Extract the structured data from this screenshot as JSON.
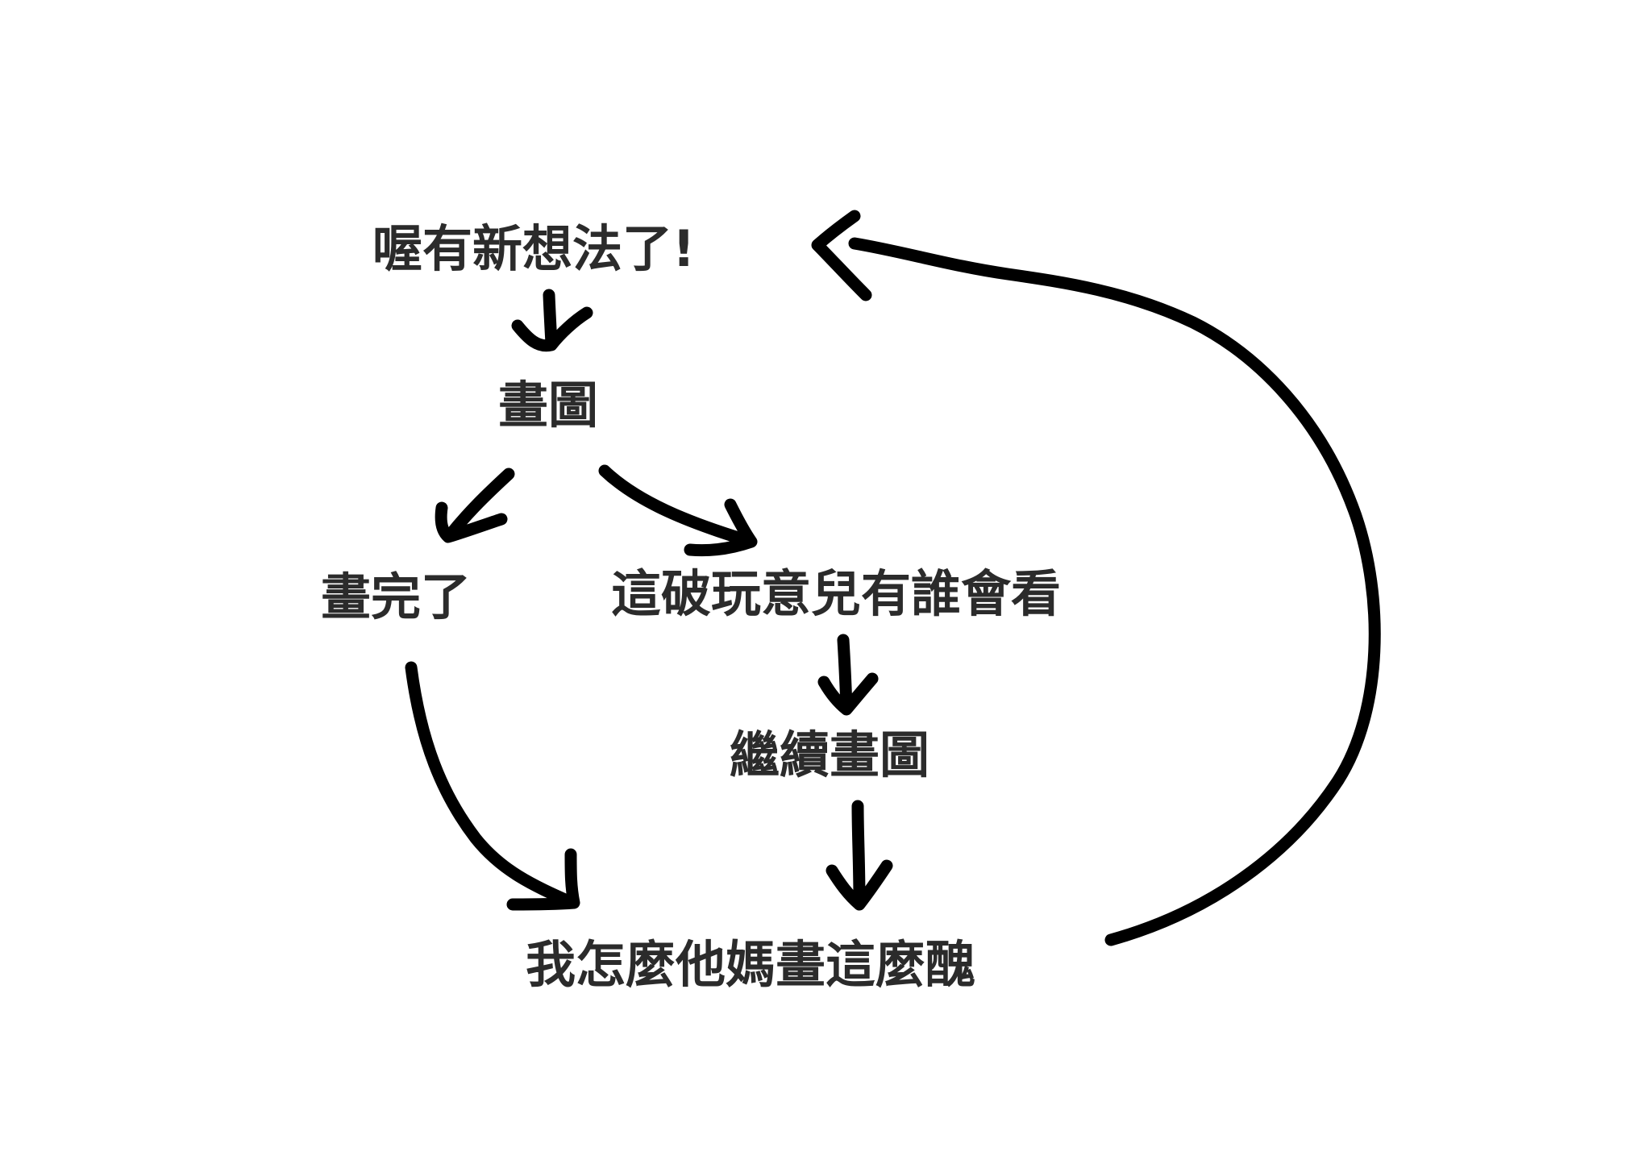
{
  "diagram": {
    "nodes": {
      "idea": "喔有新想法了!",
      "draw": "畫圖",
      "done": "畫完了",
      "doubt": "這破玩意兒有誰會看",
      "continue": "繼續畫圖",
      "ugly": "我怎麼他媽畫這麼醜"
    },
    "edges": [
      {
        "from": "idea",
        "to": "draw"
      },
      {
        "from": "draw",
        "to": "done"
      },
      {
        "from": "draw",
        "to": "doubt"
      },
      {
        "from": "doubt",
        "to": "continue"
      },
      {
        "from": "done",
        "to": "ugly"
      },
      {
        "from": "continue",
        "to": "ugly"
      },
      {
        "from": "ugly",
        "to": "idea"
      }
    ],
    "colors": {
      "text": "#2b2b2b",
      "arrow": "#000000",
      "background": "#ffffff"
    }
  }
}
